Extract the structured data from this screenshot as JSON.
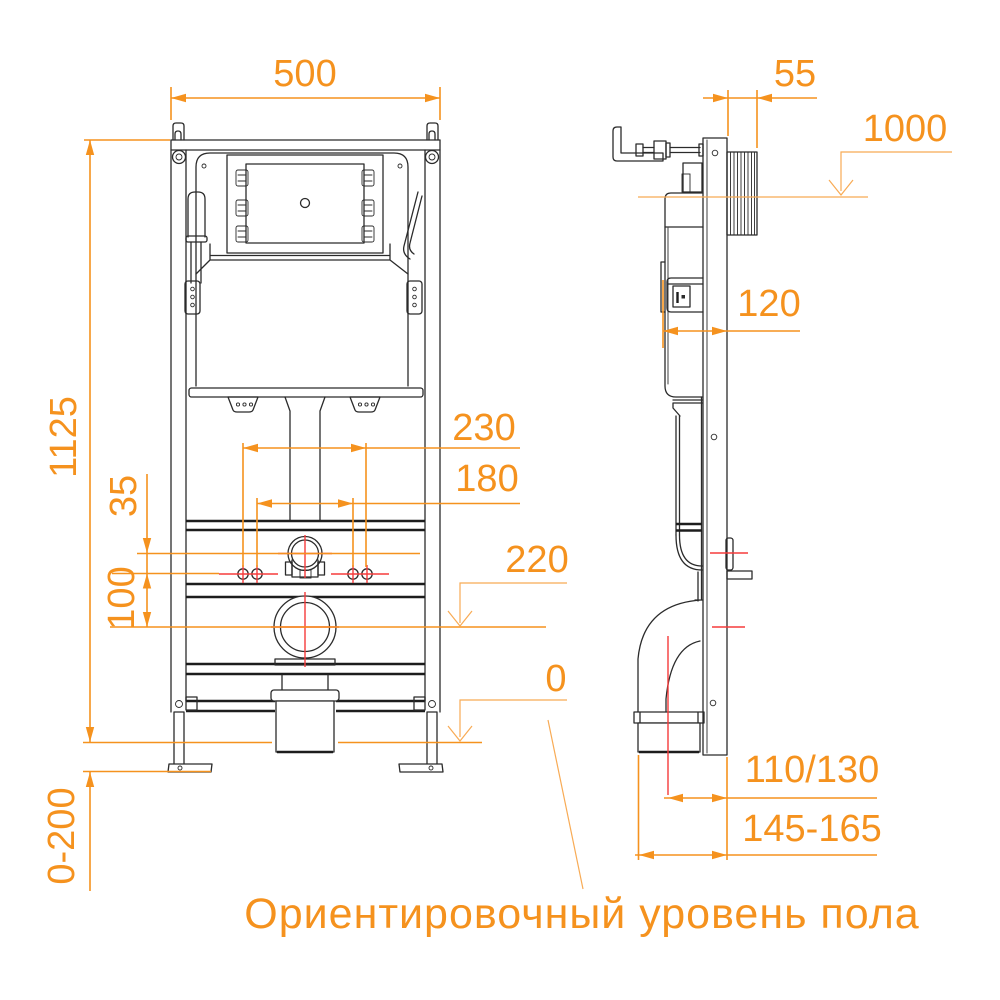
{
  "drawing": {
    "type": "installation-frame-dimension-drawing",
    "floor_note": "Ориентировочный уровень пола",
    "colors": {
      "dimension_orange": "#f5921e",
      "leader_light_orange": "#f8ab55",
      "centerline_red": "#f63b3b",
      "drawing_black": "#2b2b2b",
      "background": "#ffffff"
    },
    "dimensions": {
      "frame_width": "500",
      "frame_height": "1125",
      "leg_adjustment_range": "0-200",
      "flush_pipe_to_bolts": "35",
      "bolts_to_drain": "100",
      "bolt_spacing_outer": "230",
      "bolt_spacing_inner": "180",
      "drain_center_height": "220",
      "floor_zero_level": "0",
      "wall_sleeve_depth": "55",
      "actuator_level_height": "1000",
      "frame_depth": "120",
      "drain_pipe_offset": "110/130",
      "drain_outlet_offset": "145-165"
    }
  }
}
